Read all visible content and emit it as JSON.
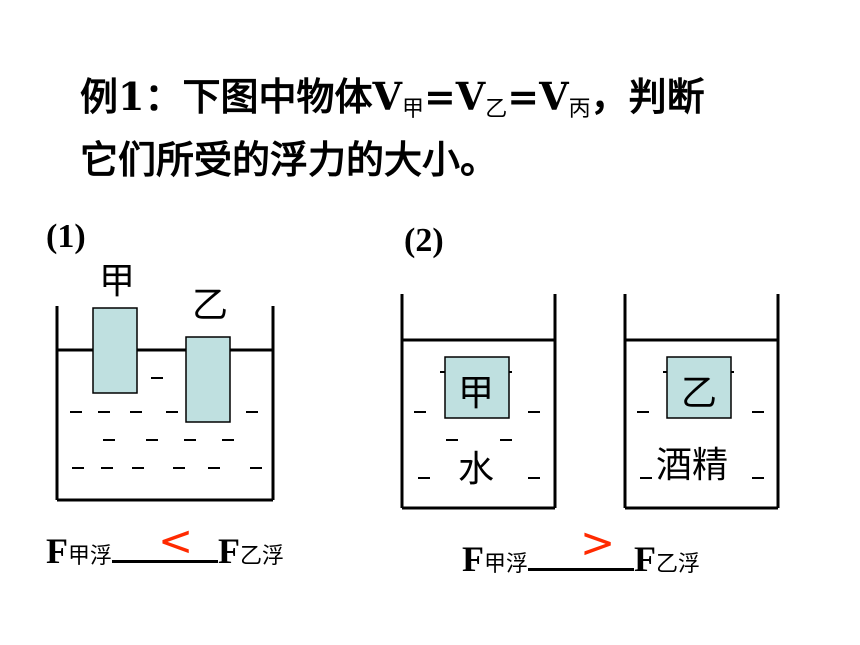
{
  "question": {
    "prefix": "例1：下图中物体V",
    "sub1": "甲",
    "mid1": "=V",
    "sub2": "乙",
    "mid2": "=V",
    "sub3": "丙",
    "suffix": "，判断",
    "line2": "它们所受的浮力的大小。"
  },
  "part1": {
    "label": "(1)",
    "obj_a": "甲",
    "obj_b": "乙",
    "formula_left": "F",
    "formula_left_sub": "甲浮",
    "formula_right": "F",
    "formula_right_sub": "乙浮",
    "answer": "<"
  },
  "part2": {
    "label": "(2)",
    "obj_a": "甲",
    "obj_b": "乙",
    "liquid_a": "水",
    "liquid_b": "酒精",
    "formula_left": "F",
    "formula_left_sub": "甲浮",
    "formula_right": "F",
    "formula_right_sub": "乙浮",
    "answer": ">"
  },
  "colors": {
    "block_fill": "#bfe0e0",
    "answer": "#ff2a00"
  }
}
